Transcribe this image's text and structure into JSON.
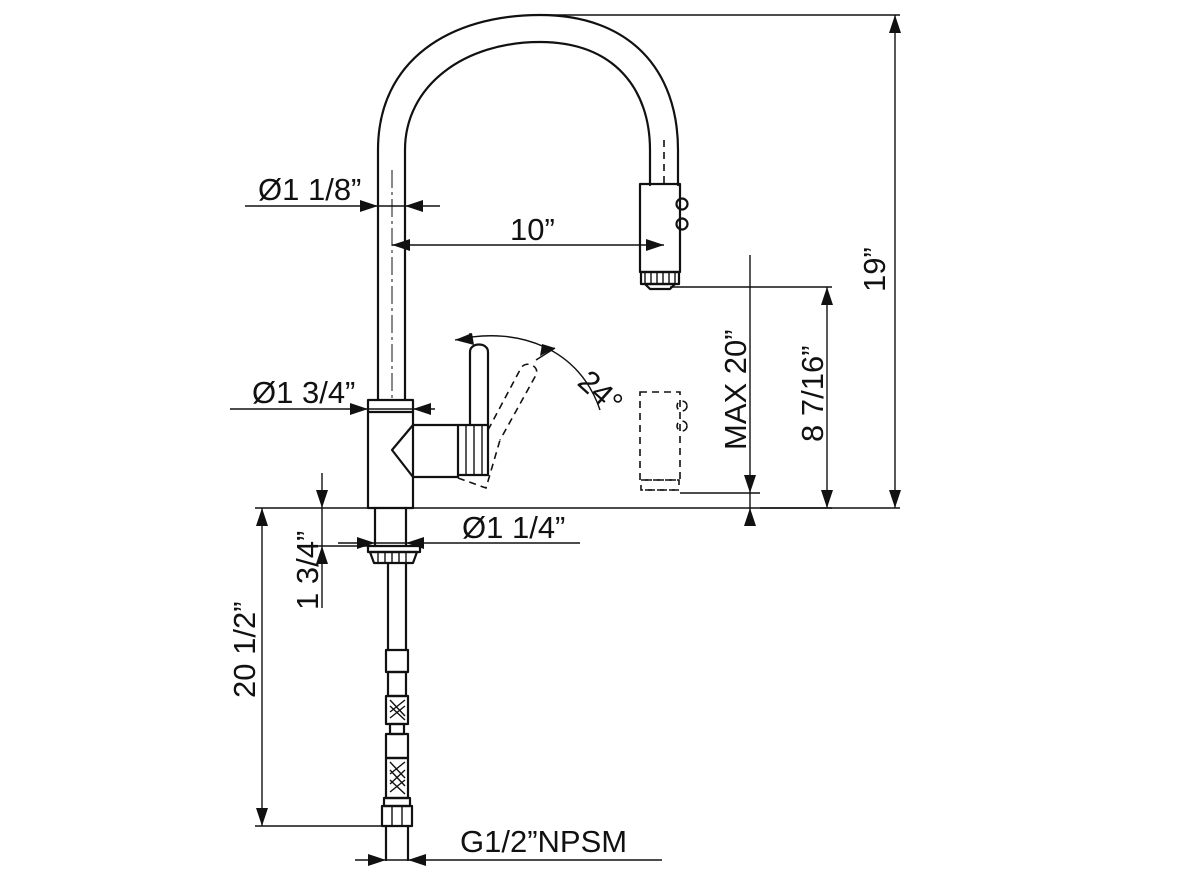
{
  "dimensions": {
    "spout_diameter": "Ø1 1/8”",
    "spout_reach": "10”",
    "total_height": "19”",
    "spray_height_max": "MAX 20”",
    "spray_height": "8 7/16”",
    "lever_angle": "24°",
    "body_diameter": "Ø1 3/4”",
    "shank_diameter": "Ø1 1/4”",
    "max_deck_thickness": "1 3/4”",
    "hose_length": "20 1/2”",
    "connection": "G1/2”NPSM"
  }
}
